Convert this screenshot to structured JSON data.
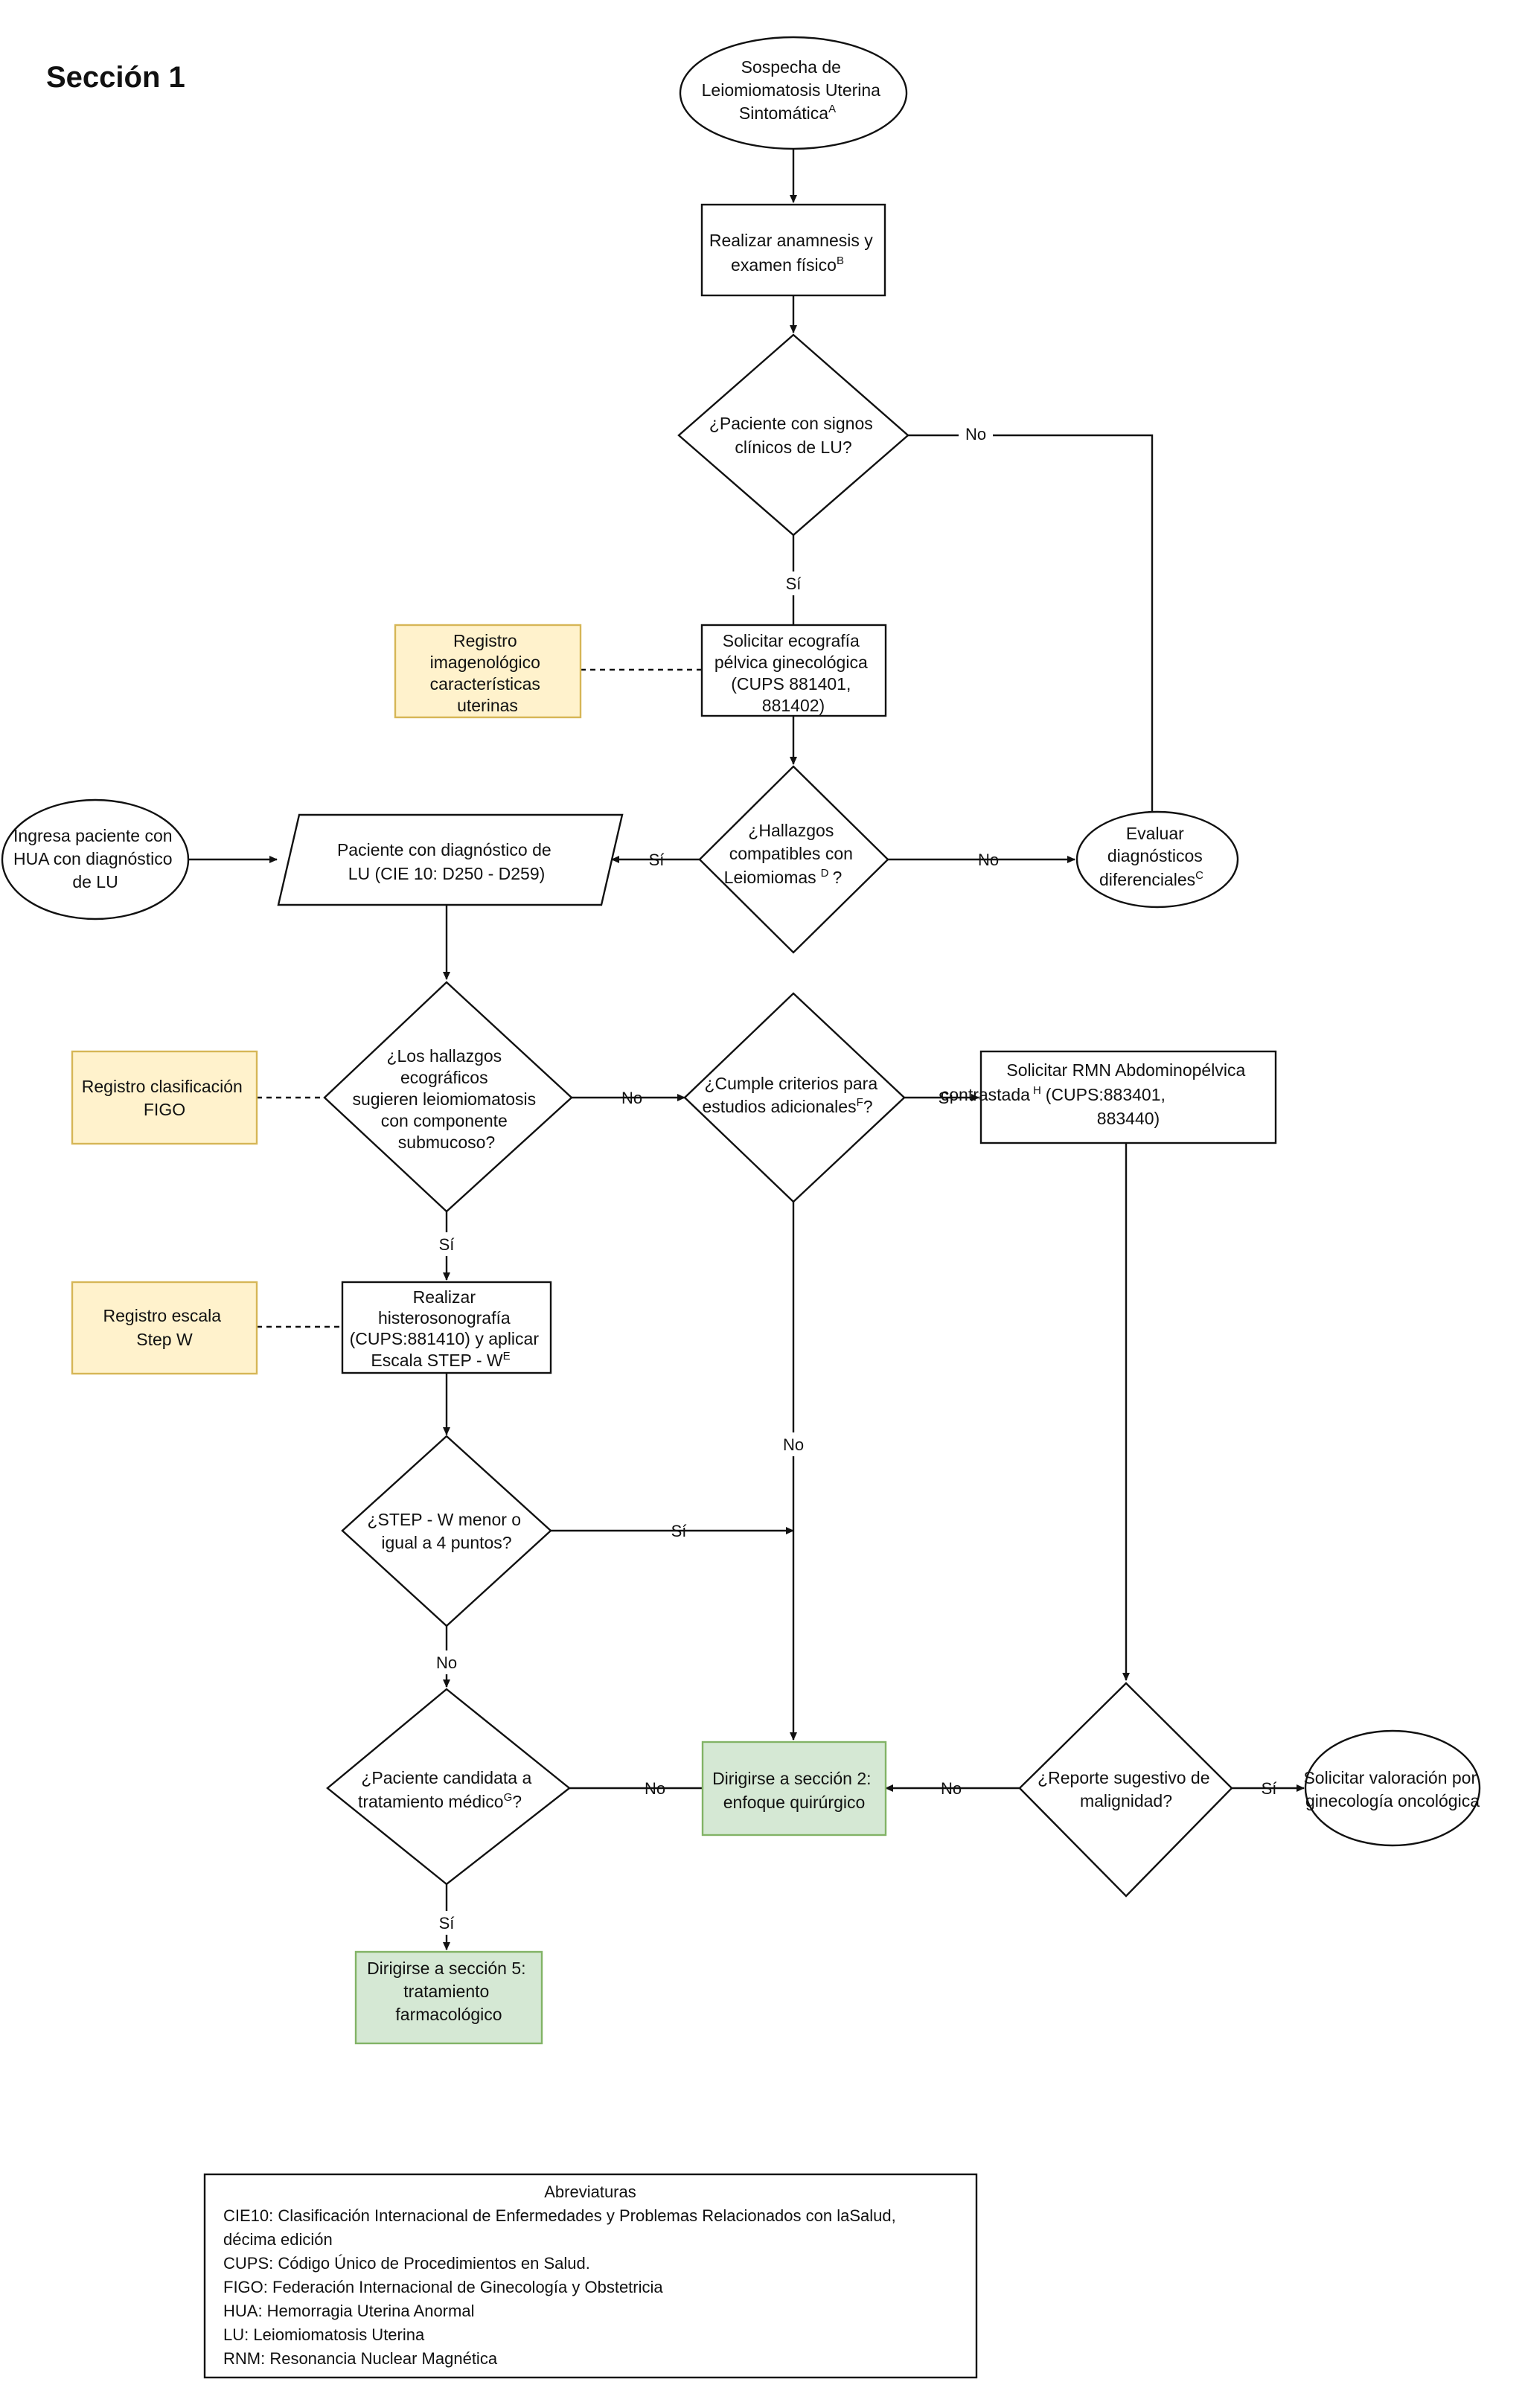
{
  "title": "Sección 1",
  "nodes": {
    "start": {
      "lines": [
        "Sospecha de",
        "Leiomiomatosis Uterina",
        "Sintomática"
      ],
      "sup": "A"
    },
    "anamnesis": {
      "lines": [
        "Realizar anamnesis y",
        "examen físico"
      ],
      "sup": "B"
    },
    "signs": {
      "lines": [
        "¿Paciente con signos",
        "clínicos de LU?"
      ]
    },
    "echo": {
      "lines": [
        "Solicitar ecografía",
        "pélvica ginecológica",
        "(CUPS 881401,",
        "881402)"
      ]
    },
    "reg_img": {
      "lines": [
        "Registro",
        "imagenológico",
        "características",
        "uterinas"
      ]
    },
    "compatible": {
      "lines": [
        "¿Hallazgos",
        "compatibles con",
        "Leiomiomas"
      ],
      "sup": "D",
      "suffix": "?"
    },
    "differential": {
      "lines": [
        "Evaluar",
        "diagnósticos",
        "diferenciales"
      ],
      "sup": "C"
    },
    "hua": {
      "lines": [
        "Ingresa paciente con",
        "HUA con diagnóstico",
        "de LU"
      ]
    },
    "dx": {
      "lines": [
        "Paciente con diagnóstico de",
        "LU (CIE 10: D250 - D259)"
      ]
    },
    "submucous": {
      "lines": [
        "¿Los hallazgos",
        "ecográficos",
        "sugieren leiomiomatosis",
        "con componente",
        "submucoso?"
      ]
    },
    "reg_figo": {
      "lines": [
        "Registro clasificación",
        "FIGO"
      ]
    },
    "criteria": {
      "lines": [
        "¿Cumple criterios para",
        "estudios adicionales"
      ],
      "sup": "F",
      "suffix": "?"
    },
    "rmn": {
      "lines": [
        "Solicitar RMN Abdominopélvica",
        "contrastada",
        "(CUPS:883401,",
        "883440)"
      ],
      "sup": "H"
    },
    "hystero": {
      "lines": [
        "Realizar",
        "histerosonografía",
        "(CUPS:881410) y aplicar",
        "Escala STEP - W"
      ],
      "sup": "E"
    },
    "reg_step": {
      "lines": [
        "Registro escala",
        "Step W"
      ]
    },
    "step": {
      "lines": [
        "¿STEP - W menor o",
        "igual a 4 puntos?"
      ]
    },
    "medical": {
      "lines": [
        "¿Paciente candidata a",
        "tratamiento médico"
      ],
      "sup": "G",
      "suffix": "?"
    },
    "sec2": {
      "lines": [
        "Dirigirse a sección 2:",
        "enfoque quirúrgico"
      ]
    },
    "malignancy": {
      "lines": [
        "¿Reporte sugestivo de",
        "malignidad?"
      ]
    },
    "onco": {
      "lines": [
        "Solicitar valoración por",
        "ginecología oncológica"
      ]
    },
    "sec5": {
      "lines": [
        "Dirigirse a sección 5:",
        "tratamiento",
        "farmacológico"
      ]
    }
  },
  "edge_labels": {
    "yes": "Sí",
    "no": "No"
  },
  "abbreviations": {
    "heading": "Abreviaturas",
    "lines": [
      "CIE10: Clasificación Internacional de Enfermedades y Problemas Relacionados con laSalud,",
      "décima edición",
      "CUPS: Código Único de Procedimientos en Salud.",
      "FIGO: Federación Internacional de Ginecología y Obstetricia",
      "HUA: Hemorragia Uterina Anormal",
      "LU: Leiomiomatosis Uterina",
      "RNM: Resonancia Nuclear Magnética"
    ]
  },
  "colors": {
    "record_fill": "#fff2cc",
    "record_stroke": "#d6b656",
    "section_fill": "#d5e8d4",
    "section_stroke": "#82b366",
    "line": "#111111"
  }
}
